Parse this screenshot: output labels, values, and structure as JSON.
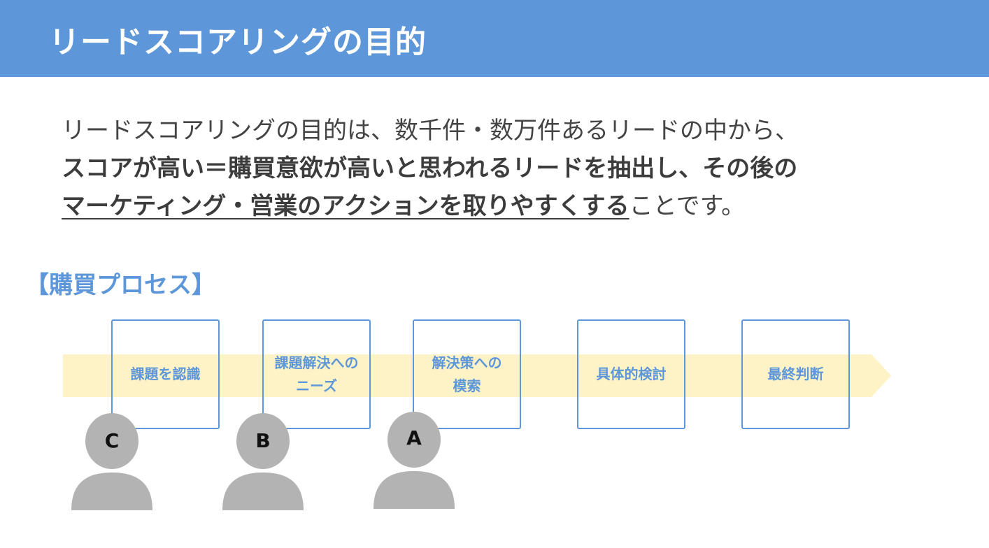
{
  "header": {
    "title": "リードスコアリングの目的"
  },
  "intro": {
    "line1": "リードスコアリングの目的は、数千件・数万件あるリードの中から、",
    "line2_bold": "スコアが高い＝購買意欲が高いと思われるリードを抽出し、その後の",
    "line3_bold_underline": "マーケティング・営業のアクションを取りやすくする",
    "line3_tail": "ことです。"
  },
  "process": {
    "label": "【購買プロセス】",
    "stages": [
      {
        "label": "課題を認識"
      },
      {
        "label": "課題解決への\nニーズ"
      },
      {
        "label": "解決策への\n模索"
      },
      {
        "label": "具体的検討"
      },
      {
        "label": "最終判断"
      }
    ]
  },
  "leads": [
    {
      "letter": "C"
    },
    {
      "letter": "B"
    },
    {
      "letter": "A"
    }
  ],
  "colors": {
    "accent": "#5e97d9",
    "arrow": "#fef3c6",
    "person": "#b3b3b3"
  }
}
